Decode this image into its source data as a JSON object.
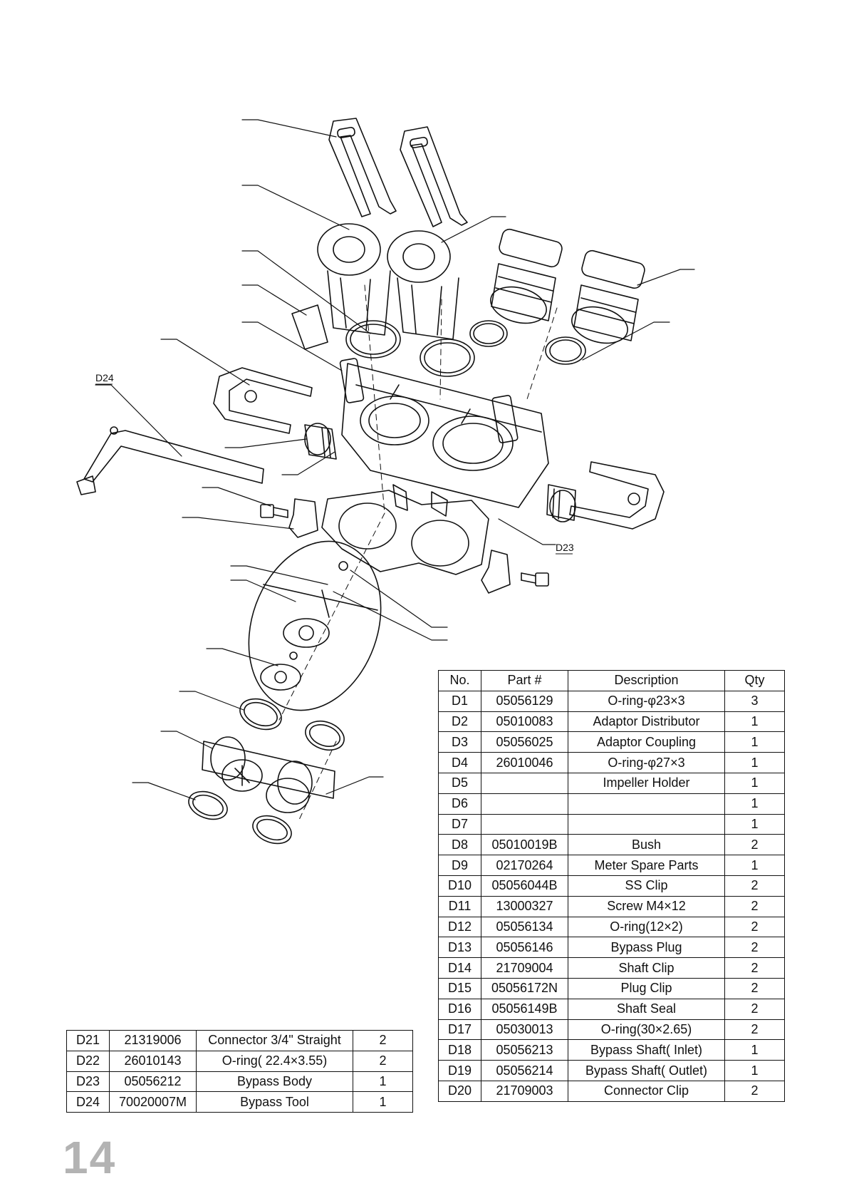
{
  "diagram": {
    "callouts": [
      "D24",
      "D23"
    ]
  },
  "main_table": {
    "headers": [
      "No.",
      "Part #",
      "Description",
      "Qty"
    ],
    "rows": [
      [
        "D1",
        "05056129",
        "O-ring-φ23×3",
        "3"
      ],
      [
        "D2",
        "05010083",
        "Adaptor Distributor",
        "1"
      ],
      [
        "D3",
        "05056025",
        "Adaptor Coupling",
        "1"
      ],
      [
        "D4",
        "26010046",
        "O-ring-φ27×3",
        "1"
      ],
      [
        "D5",
        "",
        "Impeller Holder",
        "1"
      ],
      [
        "D6",
        "",
        "",
        "1"
      ],
      [
        "D7",
        "",
        "",
        "1"
      ],
      [
        "D8",
        "05010019B",
        "Bush",
        "2"
      ],
      [
        "D9",
        "02170264",
        "Meter Spare Parts",
        "1"
      ],
      [
        "D10",
        "05056044B",
        "SS Clip",
        "2"
      ],
      [
        "D11",
        "13000327",
        "Screw M4×12",
        "2"
      ],
      [
        "D12",
        "05056134",
        "O-ring(12×2)",
        "2"
      ],
      [
        "D13",
        "05056146",
        "Bypass Plug",
        "2"
      ],
      [
        "D14",
        "21709004",
        "Shaft Clip",
        "2"
      ],
      [
        "D15",
        "05056172N",
        "Plug Clip",
        "2"
      ],
      [
        "D16",
        "05056149B",
        "Shaft Seal",
        "2"
      ],
      [
        "D17",
        "05030013",
        "O-ring(30×2.65)",
        "2"
      ],
      [
        "D18",
        "05056213",
        "Bypass Shaft( Inlet)",
        "1"
      ],
      [
        "D19",
        "05056214",
        "Bypass Shaft( Outlet)",
        "1"
      ],
      [
        "D20",
        "21709003",
        "Connector Clip",
        "2"
      ]
    ]
  },
  "small_table": {
    "rows": [
      [
        "D21",
        "21319006",
        "Connector 3/4\" Straight",
        "2"
      ],
      [
        "D22",
        "26010143",
        "O-ring( 22.4×3.55)",
        "2"
      ],
      [
        "D23",
        "05056212",
        "Bypass Body",
        "1"
      ],
      [
        "D24",
        "70020007M",
        "Bypass Tool",
        "1"
      ]
    ]
  },
  "page_number": "14"
}
